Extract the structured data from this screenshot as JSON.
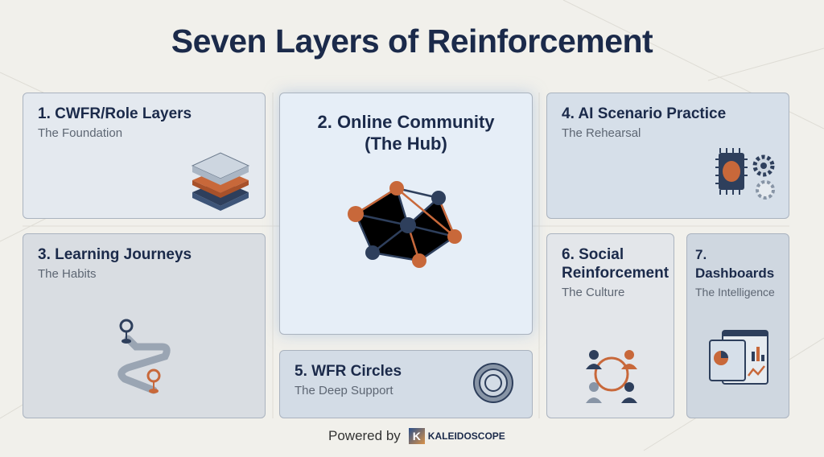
{
  "title": "Seven Layers of Reinforcement",
  "layers": [
    {
      "title": "1. CWFR/Role Layers",
      "subtitle": "The Foundation",
      "icon": "stacked-layers-icon"
    },
    {
      "title": "2. Online Community",
      "title2": "(The Hub)",
      "icon": "network-icon"
    },
    {
      "title": "3. Learning Journeys",
      "subtitle": "The Habits",
      "icon": "path-icon"
    },
    {
      "title": "4. AI Scenario Practice",
      "subtitle": "The Rehearsal",
      "icon": "ai-chip-gears-icon"
    },
    {
      "title": "5. WFR Circles",
      "subtitle": "The Deep Support",
      "icon": "ring-icon"
    },
    {
      "title": "6. Social",
      "title2": "Reinforcement",
      "subtitle": "The Culture",
      "icon": "people-cycle-icon"
    },
    {
      "title": "7. Dashboards",
      "subtitle": "The Intelligence",
      "icon": "dashboard-icon"
    }
  ],
  "footer": {
    "powered_by": "Powered by",
    "brand": "KALEIDOSCOPE",
    "brand_mark": "K"
  },
  "colors": {
    "navy": "#1b2a4a",
    "orange": "#c8683a",
    "slate": "#2e3f5c"
  }
}
